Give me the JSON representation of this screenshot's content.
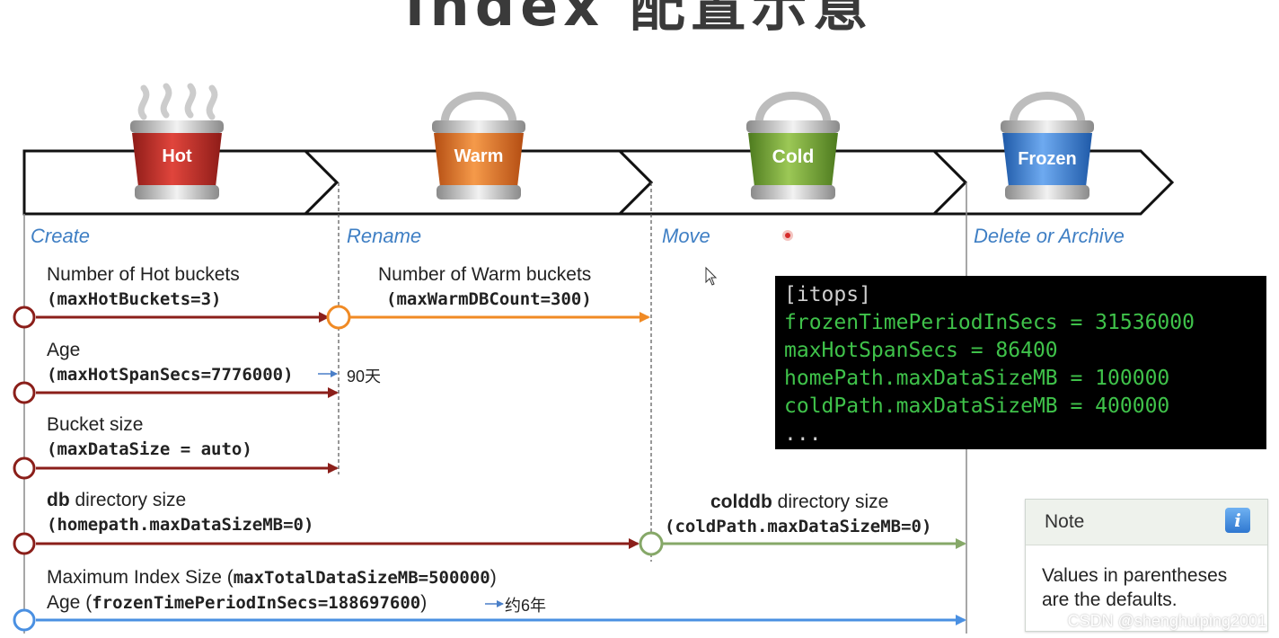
{
  "title": "index 配置示意",
  "buckets": [
    {
      "label": "Hot",
      "color": "#c9302c"
    },
    {
      "label": "Warm",
      "color": "#e8732a"
    },
    {
      "label": "Cold",
      "color": "#7aa63a"
    },
    {
      "label": "Frozen",
      "color": "#3a7fc8"
    }
  ],
  "phases": [
    "Create",
    "Rename",
    "Move",
    "Delete or Archive"
  ],
  "rows": {
    "hot_buckets": {
      "label": "Number of Hot buckets",
      "param": "(maxHotBuckets=3)"
    },
    "warm_buckets": {
      "label": "Number of Warm buckets",
      "param": "(maxWarmDBCount=300)"
    },
    "age": {
      "label": "Age",
      "param": "(maxHotSpanSecs=7776000)",
      "note": "90天"
    },
    "bucket_size": {
      "label": "Bucket size",
      "param": "(maxDataSize = auto)"
    },
    "db_size": {
      "label_bold": "db",
      "label_rest": " directory size",
      "param": "(homepath.maxDataSizeMB=0)"
    },
    "colddb_size": {
      "label_bold": "colddb",
      "label_rest": " directory size",
      "param": "(coldPath.maxDataSizeMB=0)"
    },
    "max_index": {
      "label_pre": "Maximum Index Size (",
      "param": "maxTotalDataSizeMB=500000",
      "label_post": ")"
    },
    "frozen_age": {
      "label_pre": "Age (",
      "param": "frozenTimePeriodInSecs=188697600",
      "label_post": ")",
      "note": "约6年"
    }
  },
  "config": {
    "lines": [
      "[itops]",
      "frozenTimePeriodInSecs = 31536000",
      "maxHotSpanSecs = 86400",
      "homePath.maxDataSizeMB = 100000",
      "coldPath.maxDataSizeMB = 400000",
      "..."
    ],
    "header_color": "#cfcfcf",
    "line_color": "#3fc24a"
  },
  "note_box": {
    "title": "Note",
    "text_line1": "Values in parentheses",
    "text_line2": "are the defaults.",
    "icon": "i"
  },
  "watermark": "CSDN @shenghuiping2001",
  "colors": {
    "hot_line": "#8b1f1a",
    "warm_line": "#f08a24",
    "cold_line": "#86a868",
    "frozen_line": "#4a90e2",
    "phase_text": "#3f7fc4"
  }
}
